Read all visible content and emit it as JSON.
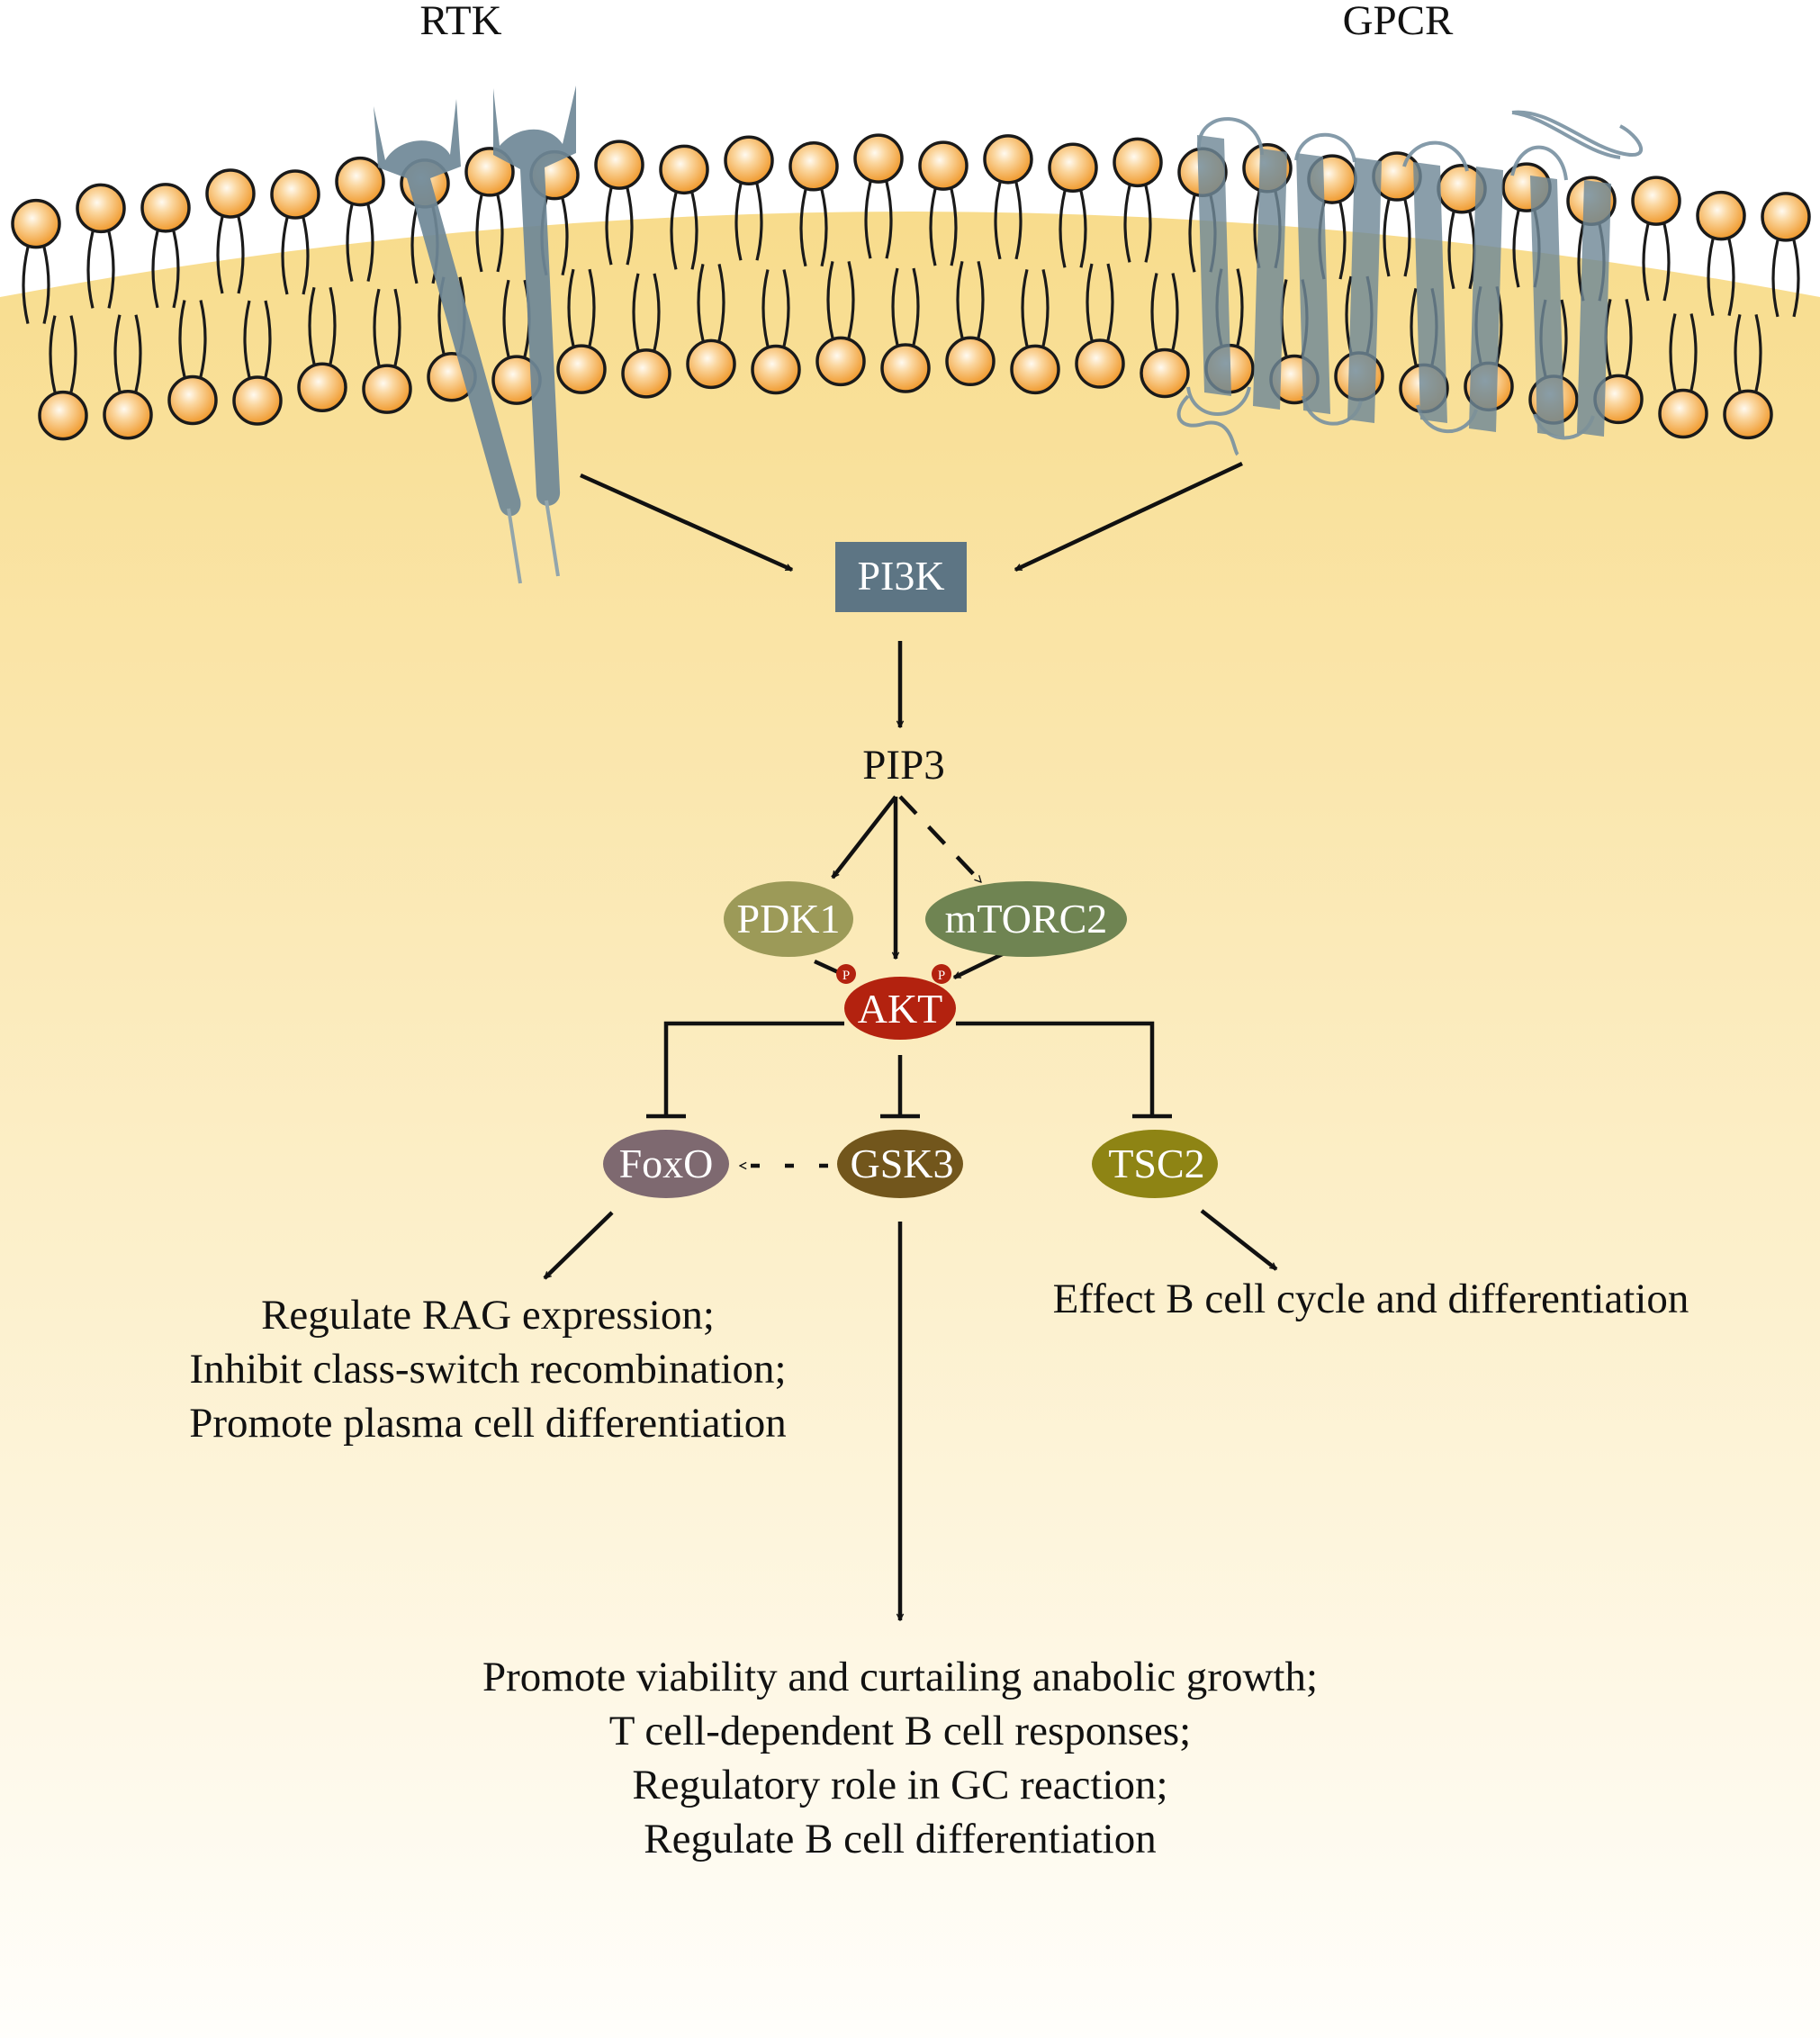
{
  "receptors": {
    "rtk": "RTK",
    "gpcr": "GPCR"
  },
  "nodes": {
    "pi3k": "PI3K",
    "pip3": "PIP3",
    "pdk1": "PDK1",
    "mtorc2": "mTORC2",
    "akt": "AKT",
    "phospho": "P",
    "foxo": "FoxO",
    "gsk3": "GSK3",
    "tsc2": "TSC2"
  },
  "outcomes": {
    "foxo": [
      "Regulate RAG expression;",
      "Inhibit class-switch recombination;",
      "Promote plasma cell differentiation"
    ],
    "tsc2": "Effect B cell cycle and differentiation",
    "gsk3": [
      "Promote viability and curtailing anabolic growth;",
      "T cell-dependent B cell responses;",
      "Regulatory role in GC reaction;",
      "Regulate B cell differentiation"
    ]
  },
  "colors": {
    "cytoplasm_top": "#f8dc8c",
    "cytoplasm_bottom": "#fffdf8",
    "lipid_head": "#f5a941",
    "receptor": "#6f8897",
    "pi3k": "#5d7584",
    "pdk1": "#9c9a58",
    "mtorc2": "#6f8452",
    "akt": "#b3220f",
    "foxo": "#7e6970",
    "gsk3": "#72561c",
    "tsc2": "#8e8414"
  }
}
